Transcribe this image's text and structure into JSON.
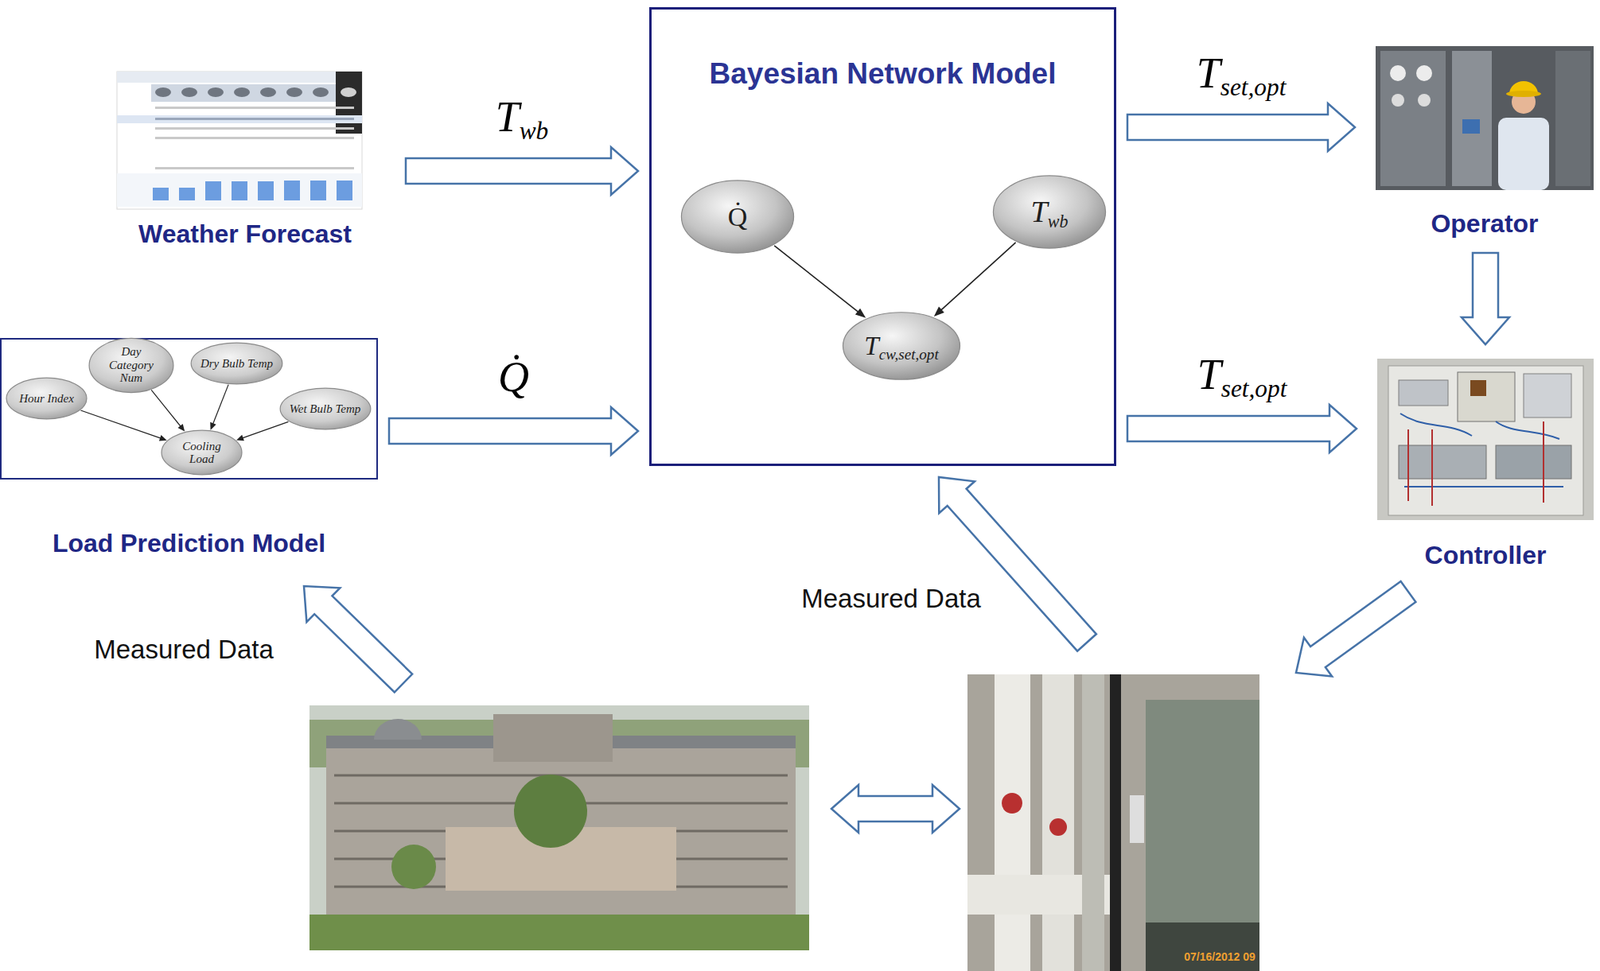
{
  "diagram": {
    "nodes": [
      {
        "text": [
          "Weather Forecast"
        ]
      },
      {
        "text": [
          "Bayesian Network Model"
        ]
      },
      {
        "text": [
          "Q̇"
        ],
        "in": 1
      },
      {
        "text": [
          "Twb"
        ],
        "in": 1
      },
      {
        "text": [
          "Tcw,set,opt"
        ],
        "in": 1
      },
      {
        "text": [
          "Operator"
        ]
      },
      {
        "text": [
          "Load Prediction Model"
        ]
      },
      {
        "text": [
          "Hour Index"
        ],
        "in": 6
      },
      {
        "text": [
          "Day Category Num"
        ],
        "in": 6
      },
      {
        "text": [
          "Dry Bulb Temp"
        ],
        "in": 6
      },
      {
        "text": [
          "Wet Bulb Temp"
        ],
        "in": 6
      },
      {
        "text": [
          "Cooling Load"
        ],
        "in": 6
      },
      {
        "text": [
          "Controller"
        ]
      }
    ],
    "edges": [
      {
        "from": 0,
        "to": 1,
        "arrow": "to",
        "label": "Twb"
      },
      {
        "from": 6,
        "to": 1,
        "arrow": "to",
        "label": "Q̇"
      },
      {
        "from": 1,
        "to": 5,
        "arrow": "to",
        "label": "Tset,opt"
      },
      {
        "from": 1,
        "to": 12,
        "arrow": "to",
        "label": "Tset,opt"
      },
      {
        "from": 5,
        "to": 12,
        "arrow": "to"
      },
      {
        "from": 2,
        "to": 4,
        "arrow": "to"
      },
      {
        "from": 3,
        "to": 4,
        "arrow": "to"
      },
      {
        "from": 7,
        "to": 11,
        "arrow": "to"
      },
      {
        "from": 8,
        "to": 11,
        "arrow": "to"
      },
      {
        "from": 9,
        "to": 11,
        "arrow": "to"
      },
      {
        "from": 10,
        "to": 11,
        "arrow": "to"
      }
    ],
    "labels": [
      "Measured Data",
      "Measured Data",
      "07/16/2012 09"
    ]
  }
}
